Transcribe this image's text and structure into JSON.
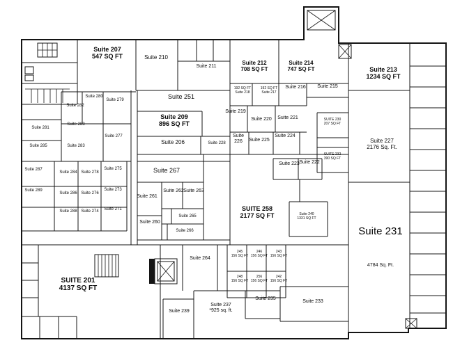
{
  "plan": {
    "colors": {
      "wall": "#141414",
      "background": "#ffffff",
      "text": "#0a0a0a"
    },
    "rooms": {
      "s207": {
        "name": "Suite 207",
        "area": "547 SQ FT"
      },
      "s210": {
        "name": "Suite 210"
      },
      "s211": {
        "name": "Suite 211"
      },
      "s212": {
        "name": "Suite 212",
        "area": "708 SQ FT"
      },
      "s214": {
        "name": "Suite 214",
        "area": "747 SQ FT"
      },
      "s213": {
        "name": "Suite 213",
        "area": "1234 SQ FT"
      },
      "s218": {
        "name": "Suite 218",
        "area": "192 SQ FT"
      },
      "s217": {
        "name": "Suite 217",
        "area": "192 SQ FT"
      },
      "s216": {
        "name": "Suite 216"
      },
      "s215": {
        "name": "Suite 215"
      },
      "s251": {
        "name": "Suite 251"
      },
      "s209": {
        "name": "Suite 209",
        "area": "896 SQ FT"
      },
      "s219": {
        "name": "Suite 219"
      },
      "s220": {
        "name": "Suite 220"
      },
      "s221": {
        "name": "Suite 221"
      },
      "s206": {
        "name": "Suite 206"
      },
      "s228": {
        "name": "Suite 228"
      },
      "s226": {
        "name": "Suite 226"
      },
      "s225": {
        "name": "Suite 225"
      },
      "s224": {
        "name": "Suite 224"
      },
      "s230": {
        "name": "SUITE 230",
        "area": "207 SQ FT"
      },
      "s232": {
        "name": "SUITE 232",
        "area": "390 SQ FT"
      },
      "s227": {
        "name": "Suite 227",
        "area": "2176 Sq. Ft."
      },
      "s223": {
        "name": "Suite 223"
      },
      "s222": {
        "name": "Suite 222"
      },
      "s280": {
        "name": "Suite 280"
      },
      "s282": {
        "name": "Suite 282"
      },
      "s279": {
        "name": "Suite 279"
      },
      "s277": {
        "name": "Suite 277"
      },
      "s281": {
        "name": "Suite 281"
      },
      "s283a": {
        "name": "Suite 283"
      },
      "s285": {
        "name": "Suite 285"
      },
      "s283b": {
        "name": "Suite 283"
      },
      "s287": {
        "name": "Suite 287"
      },
      "s284": {
        "name": "Suite 284"
      },
      "s278": {
        "name": "Suite 278"
      },
      "s275": {
        "name": "Suite 275"
      },
      "s289": {
        "name": "Suite 289"
      },
      "s286": {
        "name": "Suite 286"
      },
      "s276": {
        "name": "Suite 276"
      },
      "s273": {
        "name": "Suite 273"
      },
      "s288": {
        "name": "Suite 288"
      },
      "s274": {
        "name": "Suite 274"
      },
      "s271": {
        "name": "Suite 271"
      },
      "s267": {
        "name": "Suite 267"
      },
      "s261": {
        "name": "Suite 261"
      },
      "s262": {
        "name": "Suite 262"
      },
      "s263": {
        "name": "Suite 263"
      },
      "s265": {
        "name": "Suite 265"
      },
      "s260": {
        "name": "Suite 260"
      },
      "s266": {
        "name": "Suite 266"
      },
      "s258": {
        "name": "SUITE 258",
        "area": "2177 SQ FT"
      },
      "s240": {
        "name": "Suite 240",
        "area": "1331 SQ FT"
      },
      "s231": {
        "name": "Suite 231",
        "area": "4784 Sq. Ft."
      },
      "s201": {
        "name": "SUITE 201",
        "area": "4137 SQ FT"
      },
      "s264": {
        "name": "Suite 264"
      },
      "s237": {
        "name": "Suite 237",
        "area": "*925 sq. ft."
      },
      "s235": {
        "name": "Suite 235"
      },
      "s233": {
        "name": "Suite 233"
      },
      "s239": {
        "name": "Suite 239"
      }
    },
    "small_offices": [
      {
        "num": "245",
        "area": "156 SQ FT"
      },
      {
        "num": "246",
        "area": "156 SQ FT"
      },
      {
        "num": "243",
        "area": "156 SQ FT"
      },
      {
        "num": "248",
        "area": "156 SQ FT"
      },
      {
        "num": "256",
        "area": "156 SQ FT"
      },
      {
        "num": "242",
        "area": "156 SQ FT"
      }
    ]
  }
}
